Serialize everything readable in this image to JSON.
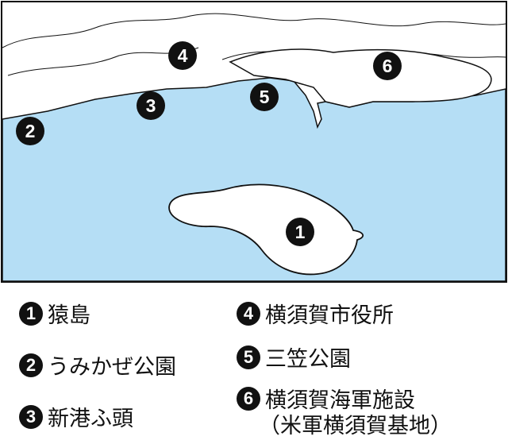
{
  "colors": {
    "sea": "#b5def5",
    "land": "#ffffff",
    "outline": "#111111",
    "marker": "#111111"
  },
  "markers": [
    {
      "num": "1",
      "label": "猿島"
    },
    {
      "num": "2",
      "label": "うみかぜ公園"
    },
    {
      "num": "3",
      "label": "新港ふ頭"
    },
    {
      "num": "4",
      "label": "横須賀市役所"
    },
    {
      "num": "5",
      "label": "三笠公園"
    },
    {
      "num": "6",
      "label": "横須賀海軍施設",
      "sublabel": "（米軍横須賀基地）"
    }
  ]
}
